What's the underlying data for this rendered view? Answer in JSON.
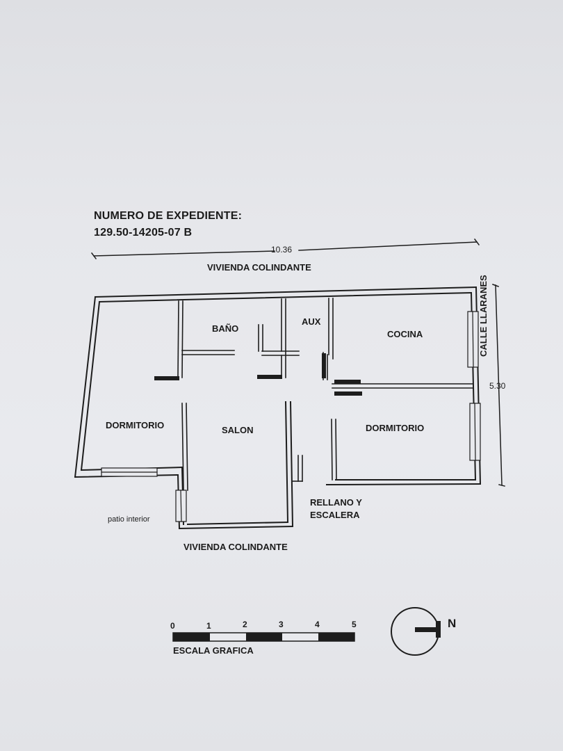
{
  "header": {
    "title": "NUMERO DE EXPEDIENTE:",
    "file_number": "129.50-14205-07 B"
  },
  "dimensions": {
    "width": "10.36",
    "depth": "5.30"
  },
  "labels": {
    "neighbor_top": "VIVIENDA COLINDANTE",
    "neighbor_bottom": "VIVIENDA COLINDANTE",
    "street": "CALLE LLARANES",
    "patio": "patio interior",
    "stairs_line1": "RELLANO Y",
    "stairs_line2": "ESCALERA"
  },
  "rooms": {
    "bath": "BAÑO",
    "aux": "AUX",
    "kitchen": "COCINA",
    "bedroom_left": "DORMITORIO",
    "living": "SALON",
    "bedroom_right": "DORMITORIO"
  },
  "scale": {
    "title": "ESCALA GRAFICA",
    "ticks": [
      "0",
      "1",
      "2",
      "3",
      "4",
      "5"
    ]
  },
  "north": {
    "label": "N"
  }
}
